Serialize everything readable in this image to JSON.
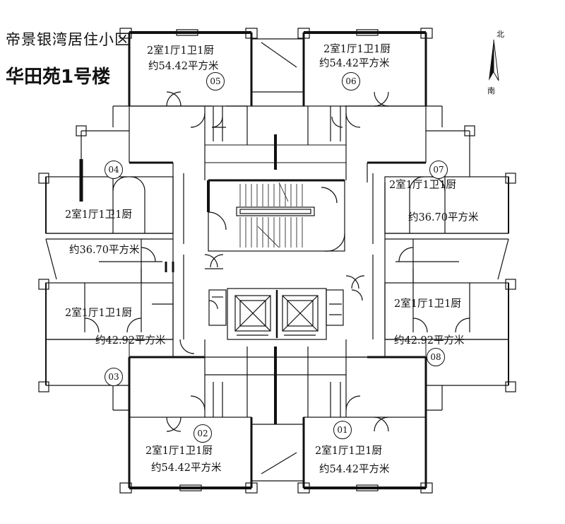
{
  "header": {
    "title": "帝景银湾居住小区",
    "subtitle": "华田苑1号楼"
  },
  "compass": {
    "north": "北",
    "south": "南"
  },
  "units": [
    {
      "id": "05",
      "layout": "2室1厅1卫1厨",
      "area": "约54.42平方米"
    },
    {
      "id": "06",
      "layout": "2室1厅1卫1厨",
      "area": "约54.42平方米"
    },
    {
      "id": "04",
      "layout": "2室1厅1卫1厨",
      "area": "约36.70平方米"
    },
    {
      "id": "07",
      "layout": "2室1厅1卫1厨",
      "area": "约36.70平方米"
    },
    {
      "id": "03",
      "layout": "2室1厅1卫1厨",
      "area": "约42.92平方米"
    },
    {
      "id": "08",
      "layout": "2室1厅1卫1厨",
      "area": "约42.92平方米"
    },
    {
      "id": "02",
      "layout": "2室1厅1卫1厨",
      "area": "约54.42平方米"
    },
    {
      "id": "01",
      "layout": "2室1厅1卫1厨",
      "area": "约54.42平方米"
    }
  ]
}
